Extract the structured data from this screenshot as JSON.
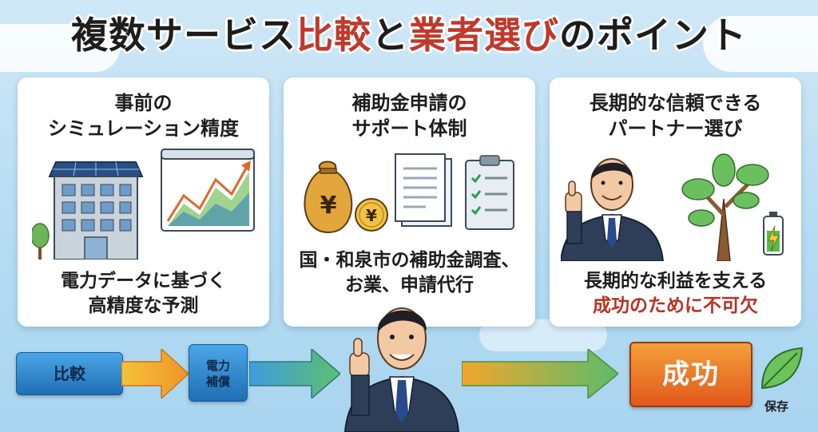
{
  "title": {
    "part1": "複数サービス",
    "part2": "比較",
    "part3": "と",
    "part4": "業者選び",
    "part5": "のポイント"
  },
  "cards": [
    {
      "heading_line1": "事前の",
      "heading_line2": "シミュレーション精度",
      "body_line1": "電力データに基づく",
      "body_line2": "高精度な予測"
    },
    {
      "heading_line1": "補助金申請の",
      "heading_line2": "サポート体制",
      "coin_symbol": "¥",
      "body_line1": "国・和泉市の補助金調査、",
      "body_line2": "お業、申請代行"
    },
    {
      "heading_line1": "長期的な信頼できる",
      "heading_line2": "パートナー選び",
      "body_line1": "長期的な利益を支える",
      "body_line2": "成功のために不可欠"
    }
  ],
  "flow": {
    "step1": "比較",
    "step2_line1": "電力",
    "step2_line2": "補償",
    "result": "成功",
    "save_label": "保存"
  },
  "colors": {
    "accent_red": "#c0392b",
    "flow_blue": "#2f86c9",
    "result_orange": "#e8671f",
    "arrow_orange": "#f4a42a",
    "arrow_green": "#5ab86a"
  }
}
